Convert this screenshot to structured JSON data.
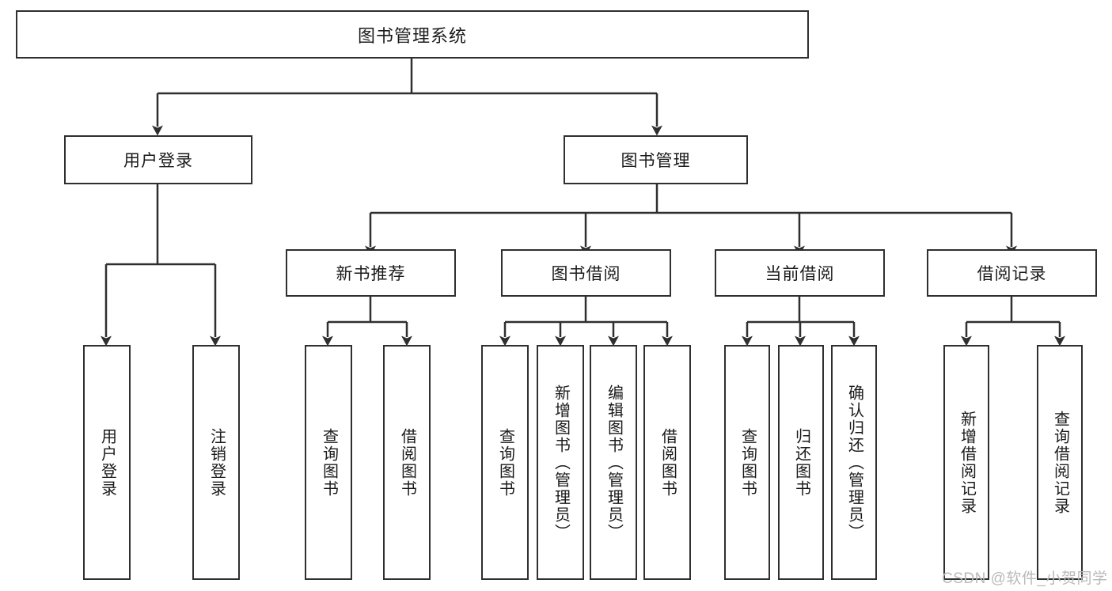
{
  "diagram": {
    "type": "tree-hierarchy",
    "title": "图书管理系统",
    "root": {
      "label": "图书管理系统"
    },
    "level2": [
      {
        "label": "用户登录"
      },
      {
        "label": "图书管理"
      }
    ],
    "level3": [
      {
        "label": "新书推荐"
      },
      {
        "label": "图书借阅"
      },
      {
        "label": "当前借阅"
      },
      {
        "label": "借阅记录"
      }
    ],
    "leaves": {
      "user_login": [
        {
          "label": "用户登录"
        },
        {
          "label": "注销登录"
        }
      ],
      "new_book_recommend": [
        {
          "label": "查询图书"
        },
        {
          "label": "借阅图书"
        }
      ],
      "book_borrow": [
        {
          "label": "查询图书"
        },
        {
          "label": "新增图书（管理员）"
        },
        {
          "label": "编辑图书（管理员）"
        },
        {
          "label": "借阅图书"
        }
      ],
      "current_borrow": [
        {
          "label": "查询图书"
        },
        {
          "label": "归还图书"
        },
        {
          "label": "确认归还（管理员）"
        }
      ],
      "borrow_record": [
        {
          "label": "新增借阅记录"
        },
        {
          "label": "查询借阅记录"
        }
      ]
    }
  },
  "watermark": {
    "text": "CSDN @软件_小贺同学"
  },
  "colors": {
    "stroke": "#2f2f2f",
    "text": "#1a1a1a",
    "background": "#ffffff",
    "watermark": "#b9b9b9"
  }
}
